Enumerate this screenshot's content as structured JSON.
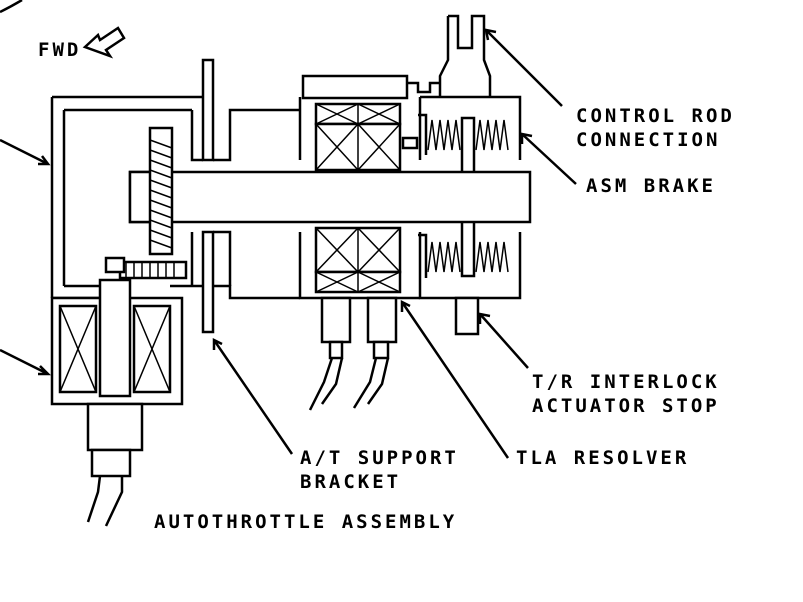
{
  "labels": {
    "fwd": "FWD",
    "control_rod_1": "CONTROL ROD",
    "control_rod_2": "CONNECTION",
    "asm_brake": "ASM BRAKE",
    "tr_interlock_1": "T/R INTERLOCK",
    "tr_interlock_2": "ACTUATOR STOP",
    "at_support_1": "A/T SUPPORT",
    "at_support_2": "BRACKET",
    "tla_resolver": "TLA RESOLVER",
    "title": "AUTOTHROTTLE ASSEMBLY"
  }
}
